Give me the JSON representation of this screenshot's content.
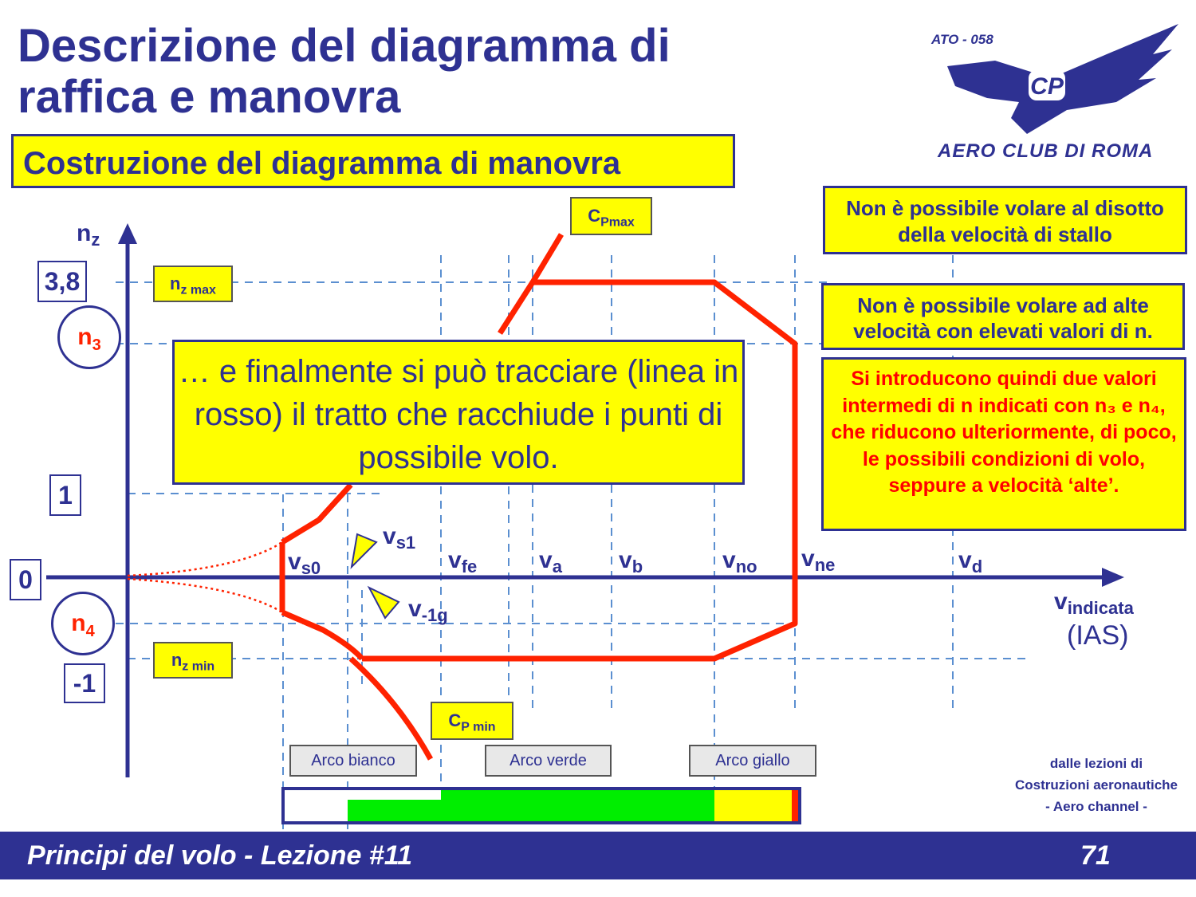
{
  "title": "Descrizione del diagramma di raffica e manovra",
  "subtitle": "Costruzione del diagramma di manovra",
  "logo": {
    "top_text": "ATO - 058",
    "emblem_text": "CP",
    "bottom_text": "AERO CLUB DI ROMA"
  },
  "notes": {
    "stall": "Non è possibile volare al disotto della velocità di stallo",
    "high_speed": "Non è possibile volare ad alte velocità con elevati valori di n.",
    "intermediate": "Si introducono quindi due valori intermedi di n indicati con n₃ e n₄, che riducono ulteriormente, di poco, le possibili condizioni di volo, seppure a velocità ‘alte’."
  },
  "callout": "… e finalmente si può tracciare (linea in rosso) il tratto che racchiude i punti di possibile volo.",
  "axes": {
    "y_label": "n",
    "y_label_sub": "z",
    "x_label": "v",
    "x_label_sub": "indicata",
    "x_unit": "(IAS)",
    "y_ticks": {
      "nmax": "3,8",
      "one": "1",
      "zero": "0",
      "minus_one": "-1"
    }
  },
  "tags": {
    "nz_max": {
      "main": "n",
      "sub": "z max"
    },
    "nz_min": {
      "main": "n",
      "sub": "z min"
    },
    "cp_max": {
      "main": "C",
      "sub": "Pmax"
    },
    "cp_min": {
      "main": "C",
      "sub": "P min"
    }
  },
  "circles": {
    "n3": {
      "main": "n",
      "sub": "3"
    },
    "n4": {
      "main": "n",
      "sub": "4"
    }
  },
  "speeds": [
    {
      "main": "v",
      "sub": "s0"
    },
    {
      "main": "v",
      "sub": "s1"
    },
    {
      "main": "v",
      "sub": "fe"
    },
    {
      "main": "v",
      "sub": "a"
    },
    {
      "main": "v",
      "sub": "b"
    },
    {
      "main": "v",
      "sub": "no"
    },
    {
      "main": "v",
      "sub": "ne"
    },
    {
      "main": "v",
      "sub": "d"
    },
    {
      "main": "v",
      "sub": "-1g"
    }
  ],
  "arcs": {
    "white": "Arco bianco",
    "green": "Arco verde",
    "yellow": "Arco giallo"
  },
  "colors": {
    "brand": "#2e3192",
    "highlight": "#ffff00",
    "envelope": "#ff2200",
    "green_arc": "#00ee00"
  },
  "credits": [
    "dalle lezioni di",
    "Costruzioni aeronautiche",
    "- Aero channel -"
  ],
  "footer": {
    "lesson": "Principi del volo - Lezione #11",
    "page": "71"
  }
}
